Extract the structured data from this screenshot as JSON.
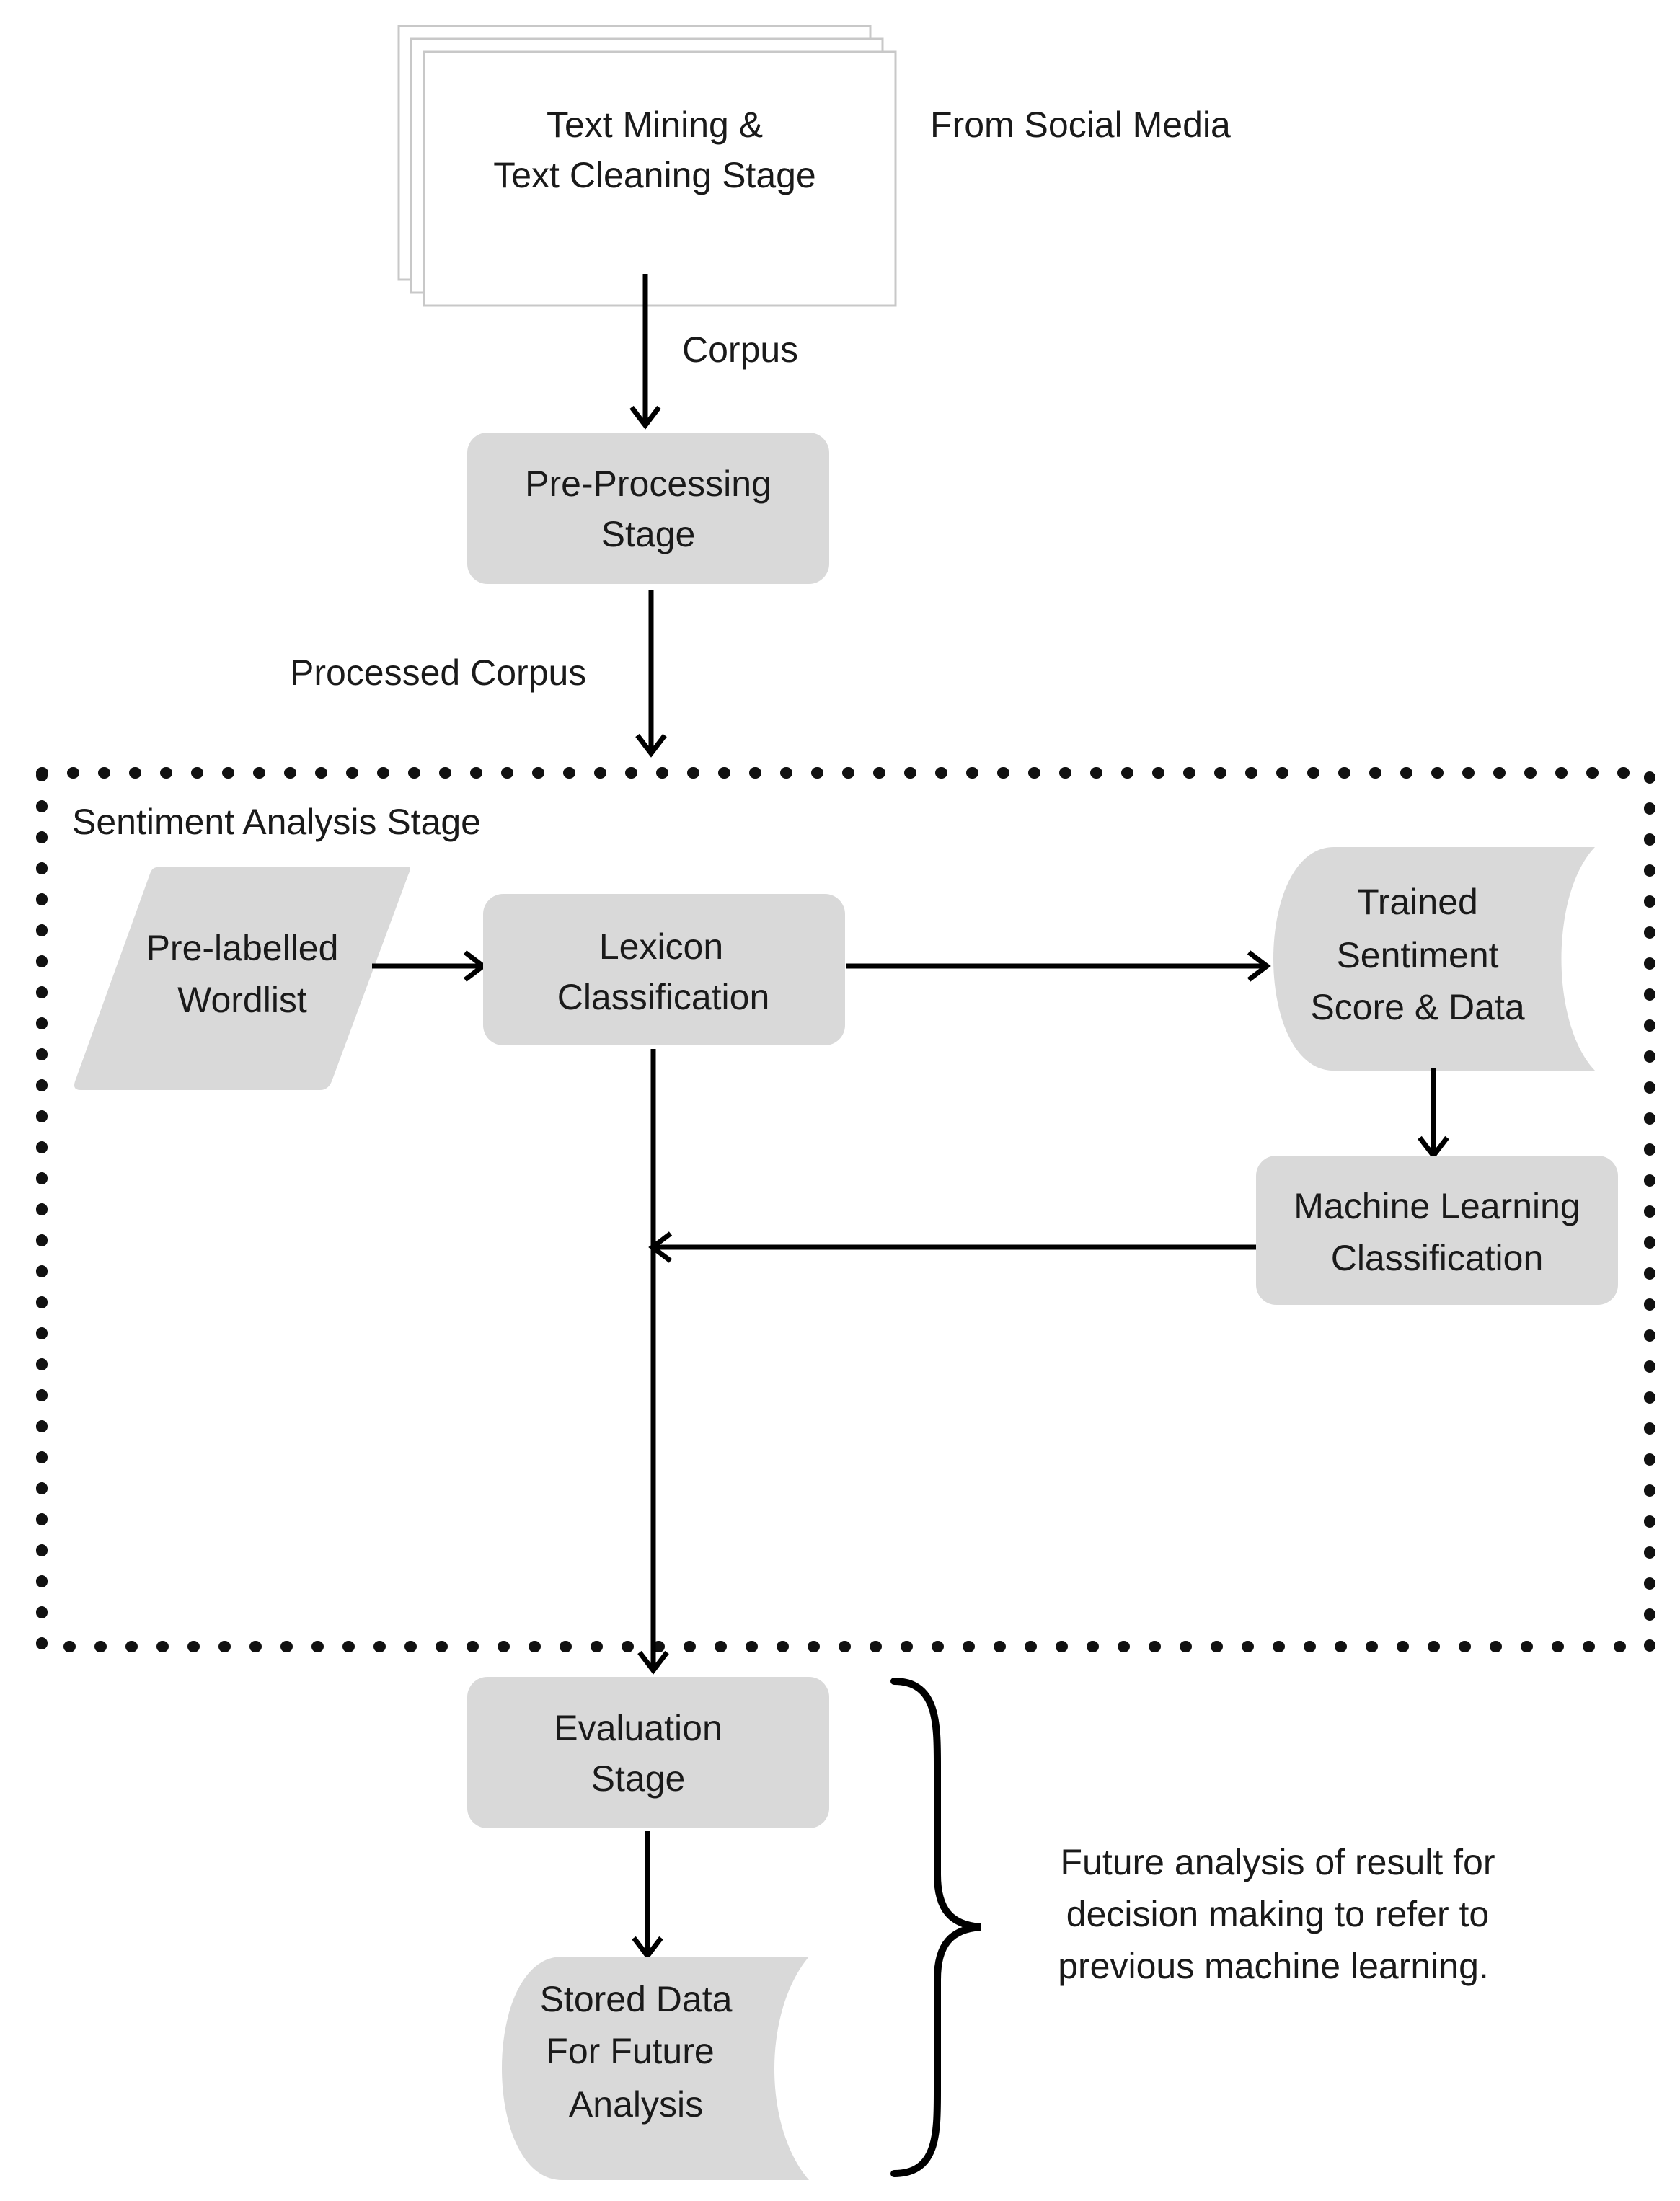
{
  "nodes": {
    "text_mining": {
      "line1": "Text Mining &",
      "line2": "Text Cleaning Stage"
    },
    "pre_processing": {
      "line1": "Pre-Processing",
      "line2": "Stage"
    },
    "pre_labelled": {
      "line1": "Pre-labelled",
      "line2": "Wordlist"
    },
    "lexicon": {
      "line1": "Lexicon",
      "line2": "Classification"
    },
    "trained": {
      "line1": "Trained",
      "line2": "Sentiment",
      "line3": "Score & Data"
    },
    "machine_learning": {
      "line1": "Machine Learning",
      "line2": "Classification"
    },
    "evaluation": {
      "line1": "Evaluation",
      "line2": "Stage"
    },
    "stored": {
      "line1": "Stored Data",
      "line2": "For Future",
      "line3": "Analysis"
    }
  },
  "labels": {
    "from_social_media": "From Social Media",
    "corpus": "Corpus",
    "processed_corpus": "Processed Corpus",
    "sentiment_stage": "Sentiment Analysis Stage",
    "future_note": {
      "line1": "Future analysis of result for",
      "line2": "decision making to refer to",
      "line3": "previous machine learning."
    }
  },
  "colors": {
    "node_fill": "#d9d9d9",
    "stroke": "#000000",
    "paper": "#ffffff"
  }
}
